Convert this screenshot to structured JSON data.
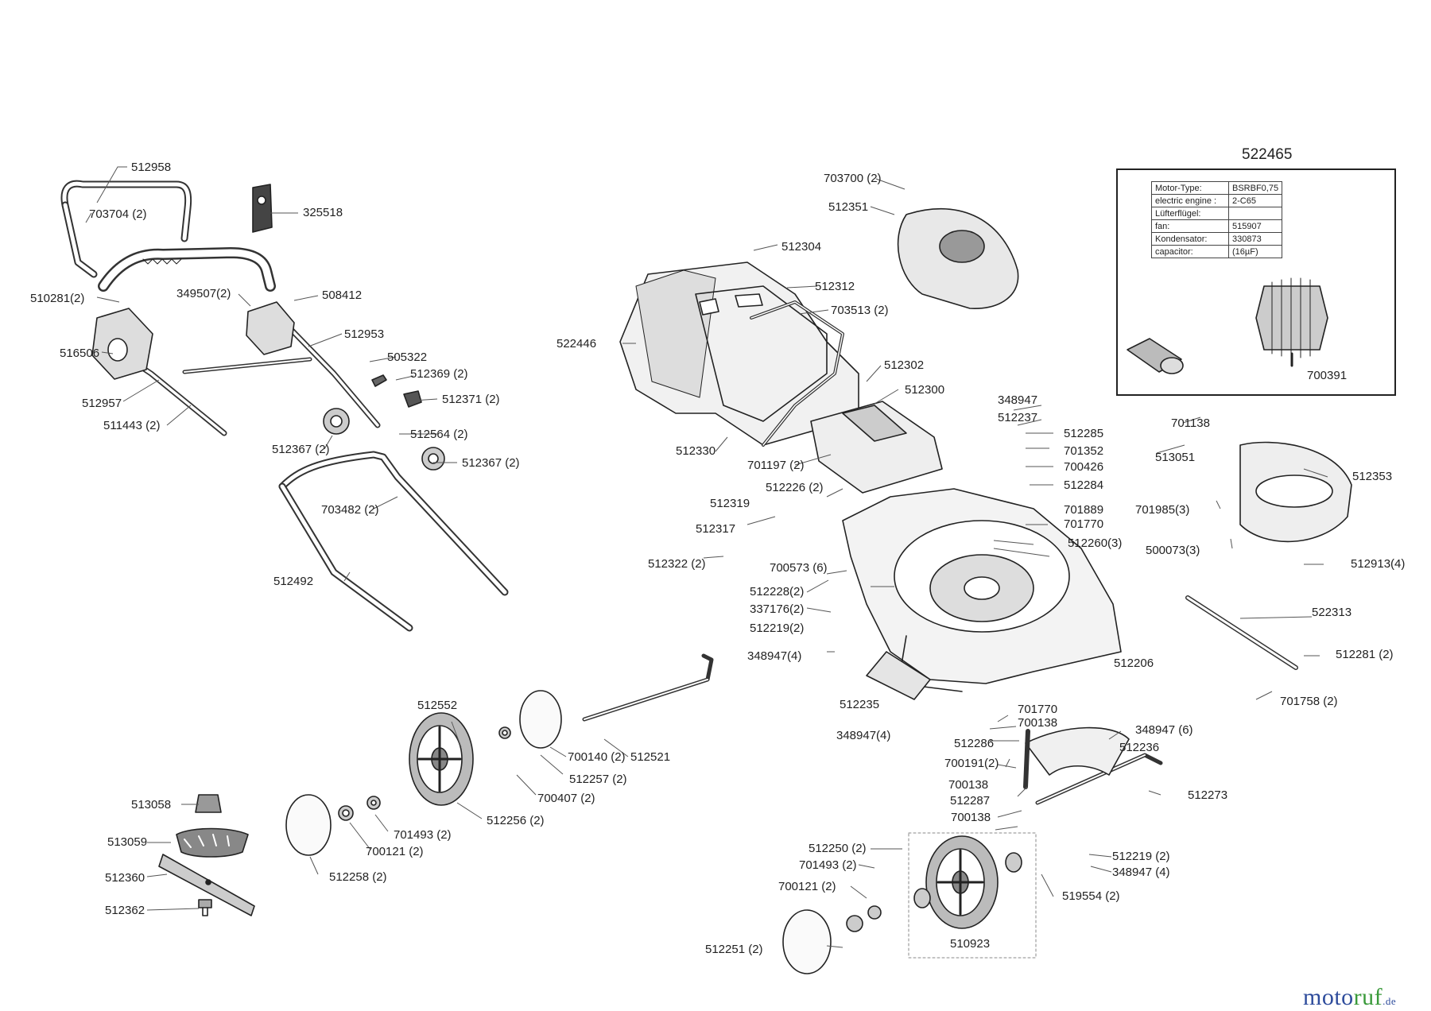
{
  "part_numbers": {
    "p512958": "512958",
    "p703704": "703704 (2)",
    "p325518": "325518",
    "p510281": "510281(2)",
    "p349507": "349507(2)",
    "p508412": "508412",
    "p516506": "516506",
    "p512953": "512953",
    "p505322": "505322",
    "p512369": "512369 (2)",
    "p512371": "512371 (2)",
    "p512957": "512957",
    "p511443": "511443 (2)",
    "p512367a": "512367 (2)",
    "p512564": "512564 (2)",
    "p512367b": "512367 (2)",
    "p703482": "703482 (2)",
    "p512492": "512492",
    "p703700": "703700 (2)",
    "p512351": "512351",
    "p512304": "512304",
    "p512312": "512312",
    "p703513": "703513 (2)",
    "p522446": "522446",
    "p512302": "512302",
    "p512300": "512300",
    "p512330": "512330",
    "p701197": "701197 (2)",
    "p348947a": "348947",
    "p512237": "512237",
    "p512285": "512285",
    "p701352": "701352",
    "p700426": "700426",
    "p512284": "512284",
    "p701889": "701889",
    "p701770a": "701770",
    "p512226": "512226 (2)",
    "p512319": "512319",
    "p512317": "512317",
    "p512260": "512260(3)",
    "p512322": "512322 (2)",
    "p700573": "700573 (6)",
    "p512228": "512228(2)",
    "p337176": "337176(2)",
    "p512219a": "512219(2)",
    "p348947b": "348947(4)",
    "p512206": "512206",
    "p512235": "512235",
    "p348947c": "348947(4)",
    "p522465": "522465",
    "p700391": "700391",
    "p701138": "701138",
    "p513051": "513051",
    "p512353": "512353",
    "p701985": "701985(3)",
    "p500073": "500073(3)",
    "p512913": "512913(4)",
    "p522313": "522313",
    "p512281": "512281 (2)",
    "p701758": "701758 (2)",
    "p701770b": "701770",
    "p700138a": "700138",
    "p348947d": "348947 (6)",
    "p512286": "512286",
    "p512236": "512236",
    "p700191": "700191(2)",
    "p700138b": "700138",
    "p512273": "512273",
    "p512287": "512287",
    "p700138c": "700138",
    "p512250": "512250 (2)",
    "p701493b": "701493 (2)",
    "p700121b": "700121 (2)",
    "p512251": "512251 (2)",
    "p510923": "510923",
    "p519554": "519554 (2)",
    "p512219b": "512219 (2)",
    "p348947e": "348947 (4)",
    "p512552": "512552",
    "p512521": "512521",
    "p700140": "700140 (2)",
    "p512257": "512257 (2)",
    "p700407": "700407 (2)",
    "p512256": "512256 (2)",
    "p701493a": "701493 (2)",
    "p700121a": "700121 (2)",
    "p512258": "512258 (2)",
    "p513058": "513058",
    "p513059": "513059",
    "p512360": "512360",
    "p512362": "512362"
  },
  "motor_spec_table": [
    {
      "key": "Motor-Type:",
      "value": "BSRBF0,75"
    },
    {
      "key": "electric engine :",
      "value": "2-C65"
    },
    {
      "key": "Lüfterflügel:",
      "value": ""
    },
    {
      "key": "fan:",
      "value": "515907"
    },
    {
      "key": "Kondensator:",
      "value": "330873"
    },
    {
      "key": "capacitor:",
      "value": "(16µF)"
    }
  ],
  "brand": {
    "part1": "moto",
    "part2": "ruf",
    "suffix": ".de"
  }
}
